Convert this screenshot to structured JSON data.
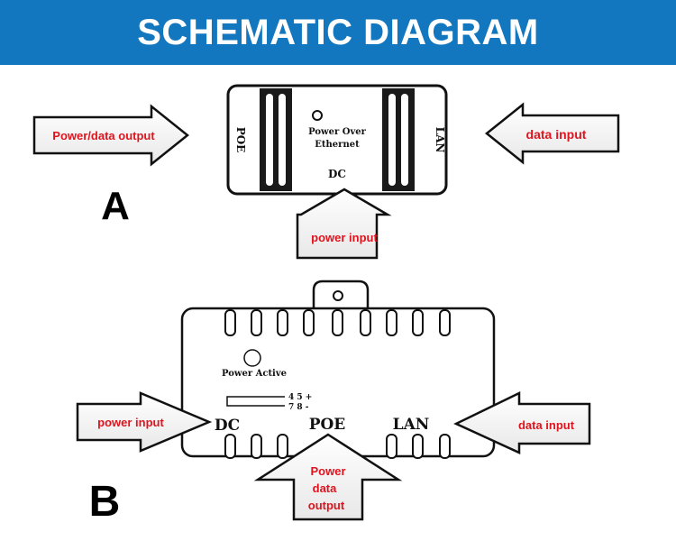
{
  "header": {
    "title": "SCHEMATIC DIAGRAM"
  },
  "colors": {
    "banner": "#1277be",
    "label_red": "#e0141e",
    "outline": "#111111"
  },
  "diagram_a": {
    "letter": "A",
    "left_arrow_label": "Power/data output",
    "right_arrow_label": "data input",
    "bottom_arrow_label": "power input",
    "port_left": "POE",
    "port_right": "LAN",
    "port_bottom": "DC",
    "device_text_line1": "Power  Over",
    "device_text_line2": "Ethernet"
  },
  "diagram_b": {
    "letter": "B",
    "left_arrow_label": "power input",
    "right_arrow_label": "data input",
    "bottom_arrow_label_line1": "Power",
    "bottom_arrow_label_line2": "data",
    "bottom_arrow_label_line3": "output",
    "power_active": "Power Active",
    "pin_line1": "4 5 +",
    "pin_line2": "7 8 -",
    "port_dc": "DC",
    "port_poe": "POE",
    "port_lan": "LAN"
  }
}
